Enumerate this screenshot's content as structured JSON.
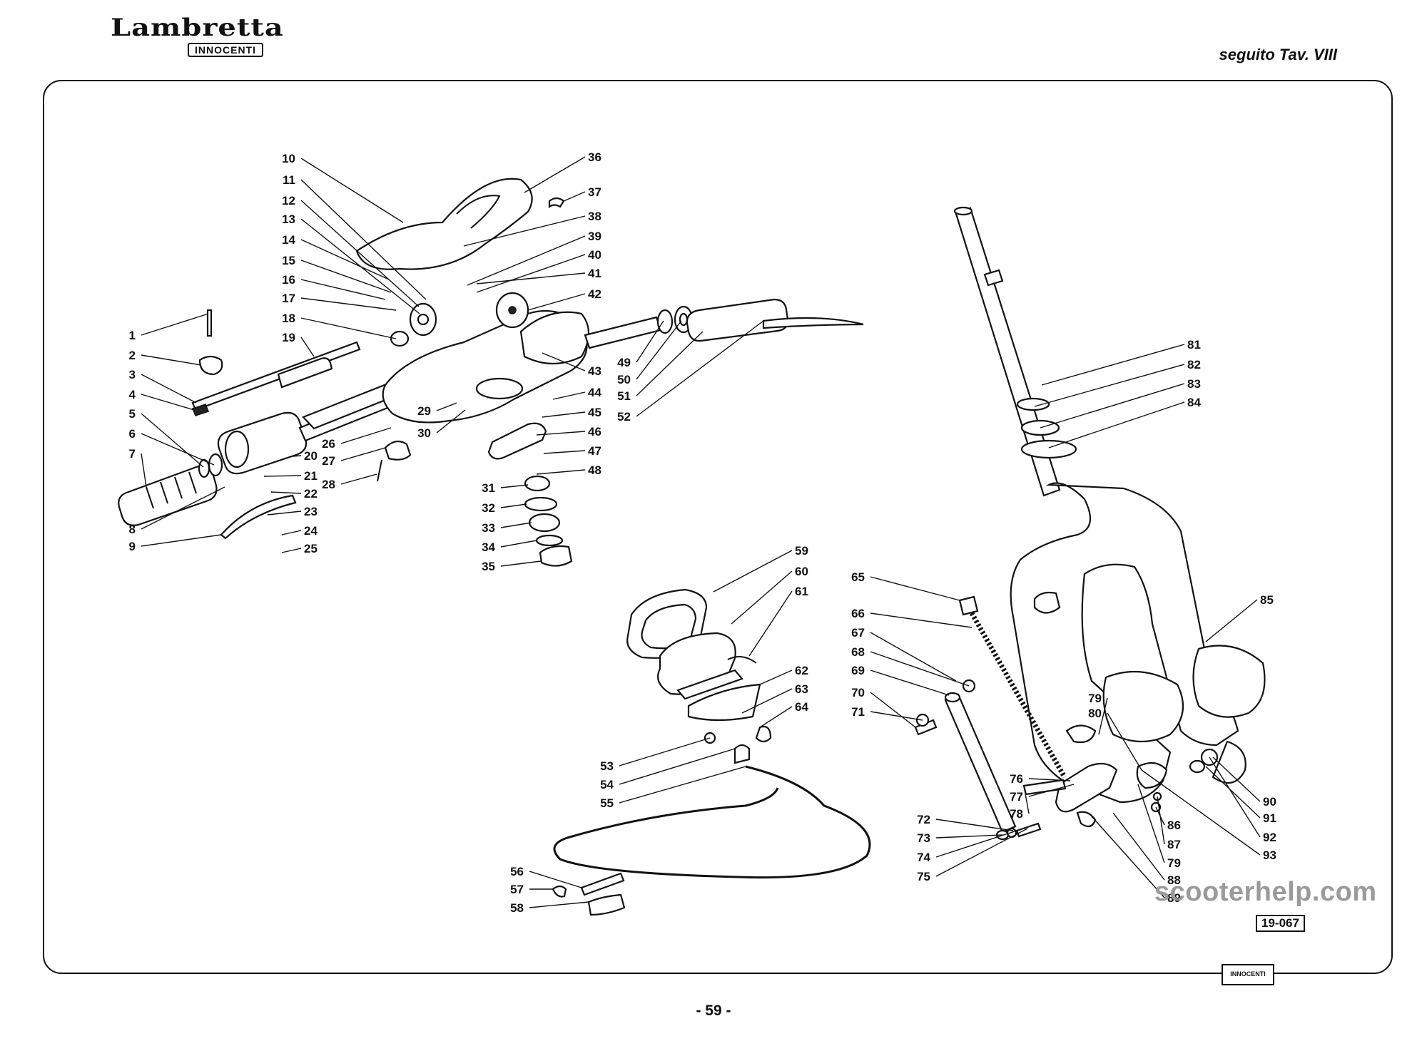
{
  "header": {
    "brand_main": "Lambretta",
    "brand_sub": "INNOCENTI",
    "sheet_ref": "seguito Tav. VIII"
  },
  "footer": {
    "page_number": "- 59 -",
    "reference_code": "19-067",
    "stamp_text": "INNOCENTI"
  },
  "watermark": "scooterhelp.com",
  "callouts": [
    "1",
    "2",
    "3",
    "4",
    "5",
    "6",
    "7",
    "8",
    "9",
    "10",
    "11",
    "12",
    "13",
    "14",
    "15",
    "16",
    "17",
    "18",
    "19",
    "20",
    "21",
    "22",
    "23",
    "24",
    "25",
    "26",
    "27",
    "28",
    "29",
    "30",
    "31",
    "32",
    "33",
    "34",
    "35",
    "36",
    "37",
    "38",
    "39",
    "40",
    "41",
    "42",
    "43",
    "44",
    "45",
    "46",
    "47",
    "48",
    "49",
    "50",
    "51",
    "52",
    "53",
    "54",
    "55",
    "56",
    "57",
    "58",
    "59",
    "60",
    "61",
    "62",
    "63",
    "64",
    "65",
    "66",
    "67",
    "68",
    "69",
    "70",
    "71",
    "72",
    "73",
    "74",
    "75",
    "76",
    "77",
    "78",
    "79",
    "80",
    "81",
    "82",
    "83",
    "84",
    "85",
    "86",
    "87",
    "79",
    "88",
    "89",
    "90",
    "91",
    "92",
    "93"
  ]
}
